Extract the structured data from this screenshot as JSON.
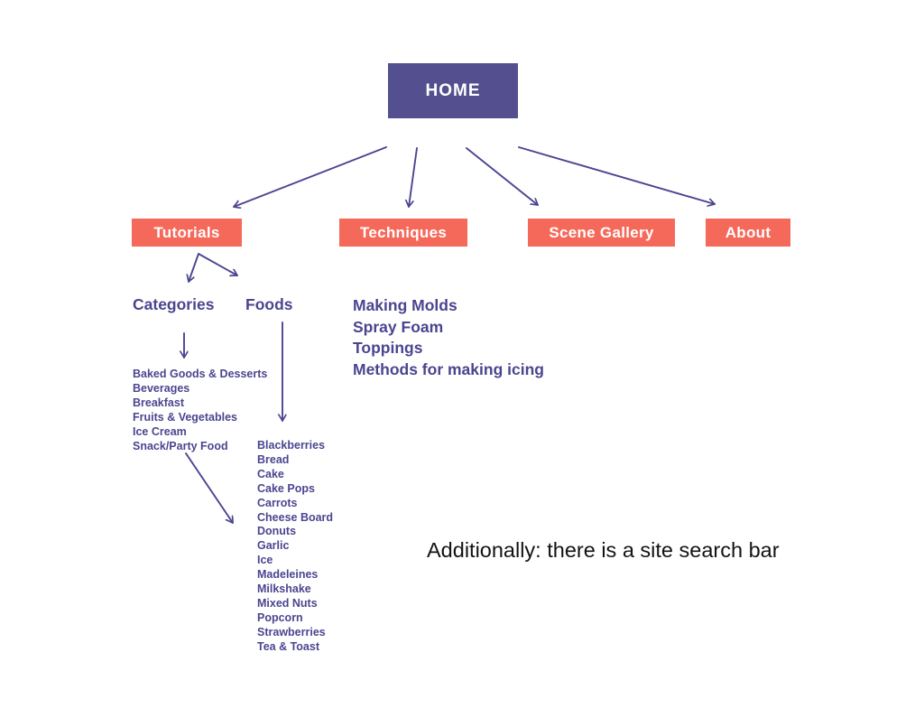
{
  "colors": {
    "home_box": "#54508f",
    "section_box": "#f5695a",
    "diagram_text": "#4b4590",
    "arrow": "#4a4590",
    "note_text": "#131313"
  },
  "diagram": {
    "home": "HOME",
    "sections": {
      "tutorials": "Tutorials",
      "techniques": "Techniques",
      "scene_gallery": "Scene Gallery",
      "about": "About"
    },
    "tutorials_branches": {
      "categories_label": "Categories",
      "foods_label": "Foods"
    },
    "categories_items": [
      "Baked Goods & Desserts",
      "Beverages",
      "Breakfast",
      "Fruits & Vegetables",
      "Ice Cream",
      "Snack/Party Food"
    ],
    "foods_items": [
      "Blackberries",
      "Bread",
      "Cake",
      "Cake Pops",
      "Carrots",
      "Cheese Board",
      "Donuts",
      "Garlic",
      "Ice",
      "Madeleines",
      "Milkshake",
      "Mixed Nuts",
      "Popcorn",
      "Strawberries",
      "Tea & Toast"
    ],
    "techniques_items": [
      "Making Molds",
      "Spray Foam",
      "Toppings",
      "Methods for making icing"
    ],
    "note": "Additionally: there is a site search bar"
  }
}
